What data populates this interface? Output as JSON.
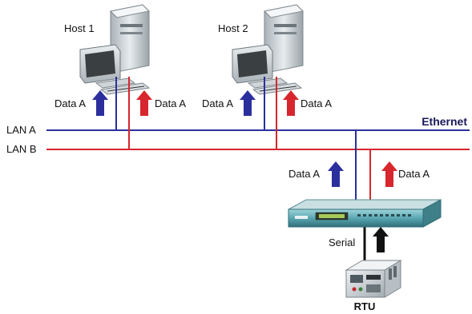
{
  "hosts": [
    {
      "label": "Host 1"
    },
    {
      "label": "Host 2"
    }
  ],
  "networks": {
    "lan_a": {
      "label": "LAN A",
      "color": "#2b2f9e"
    },
    "lan_b": {
      "label": "LAN B",
      "color": "#d7262e"
    },
    "ethernet_label": "Ethernet"
  },
  "flows": {
    "host1_a": "Data A",
    "host1_b": "Data A",
    "host2_a": "Data A",
    "host2_b": "Data A",
    "device_a": "Data A",
    "device_b": "Data A"
  },
  "serial": {
    "label": "Serial",
    "color": "#111111"
  },
  "rtu": {
    "label": "RTU"
  },
  "arrow_colors": {
    "blue": "#2b2f9e",
    "red": "#d7262e",
    "black": "#111111"
  },
  "icons": [
    "desktop-computer-icon",
    "serial-device-server-icon",
    "rtu-device-icon"
  ]
}
